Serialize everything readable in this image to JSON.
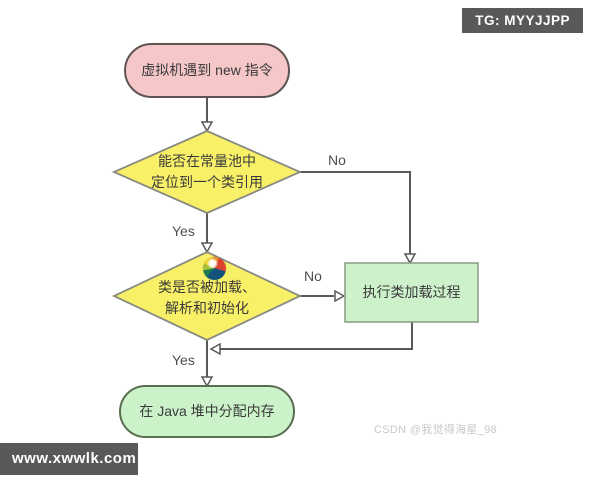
{
  "badges": {
    "top_right": {
      "label": "TG: MYYJJPP",
      "bg": "#595959",
      "text_color": "#ffffff"
    },
    "bottom_left": {
      "label": "www.xwwlk.com",
      "bg": "#595959",
      "text_color": "#ffffff"
    }
  },
  "watermark": {
    "text": "CSDN @我觉得海星_98",
    "color": "#c8c8c8"
  },
  "flowchart": {
    "nodes": {
      "start": {
        "type": "terminator",
        "label": "虚拟机遇到 new 指令",
        "fill": "#f5c7c9",
        "stroke": "#5d5451"
      },
      "decision1": {
        "type": "decision",
        "lines": [
          "能否在常量池中",
          "定位到一个类引用"
        ],
        "fill": "#f8f168",
        "stroke": "#8a8a80"
      },
      "decision2": {
        "type": "decision",
        "lines": [
          "类是否被加载、",
          "解析和初始化"
        ],
        "fill": "#f8f168",
        "stroke": "#8a8a80"
      },
      "process": {
        "type": "process",
        "label": "执行类加载过程",
        "fill": "#cdf2cb",
        "stroke": "#879a82"
      },
      "end": {
        "type": "terminator",
        "label": "在 Java 堆中分配内存",
        "fill": "#ccf2ca",
        "stroke": "#596d50"
      }
    },
    "edge_labels": {
      "decision1_no": "No",
      "decision1_yes": "Yes",
      "decision2_no": "No",
      "decision2_yes": "Yes"
    },
    "colors": {
      "connector": "#595959",
      "arrowhead_fill": "#ffffff"
    },
    "icons": {
      "decision2_badge": "colorful-sphere-icon"
    }
  }
}
